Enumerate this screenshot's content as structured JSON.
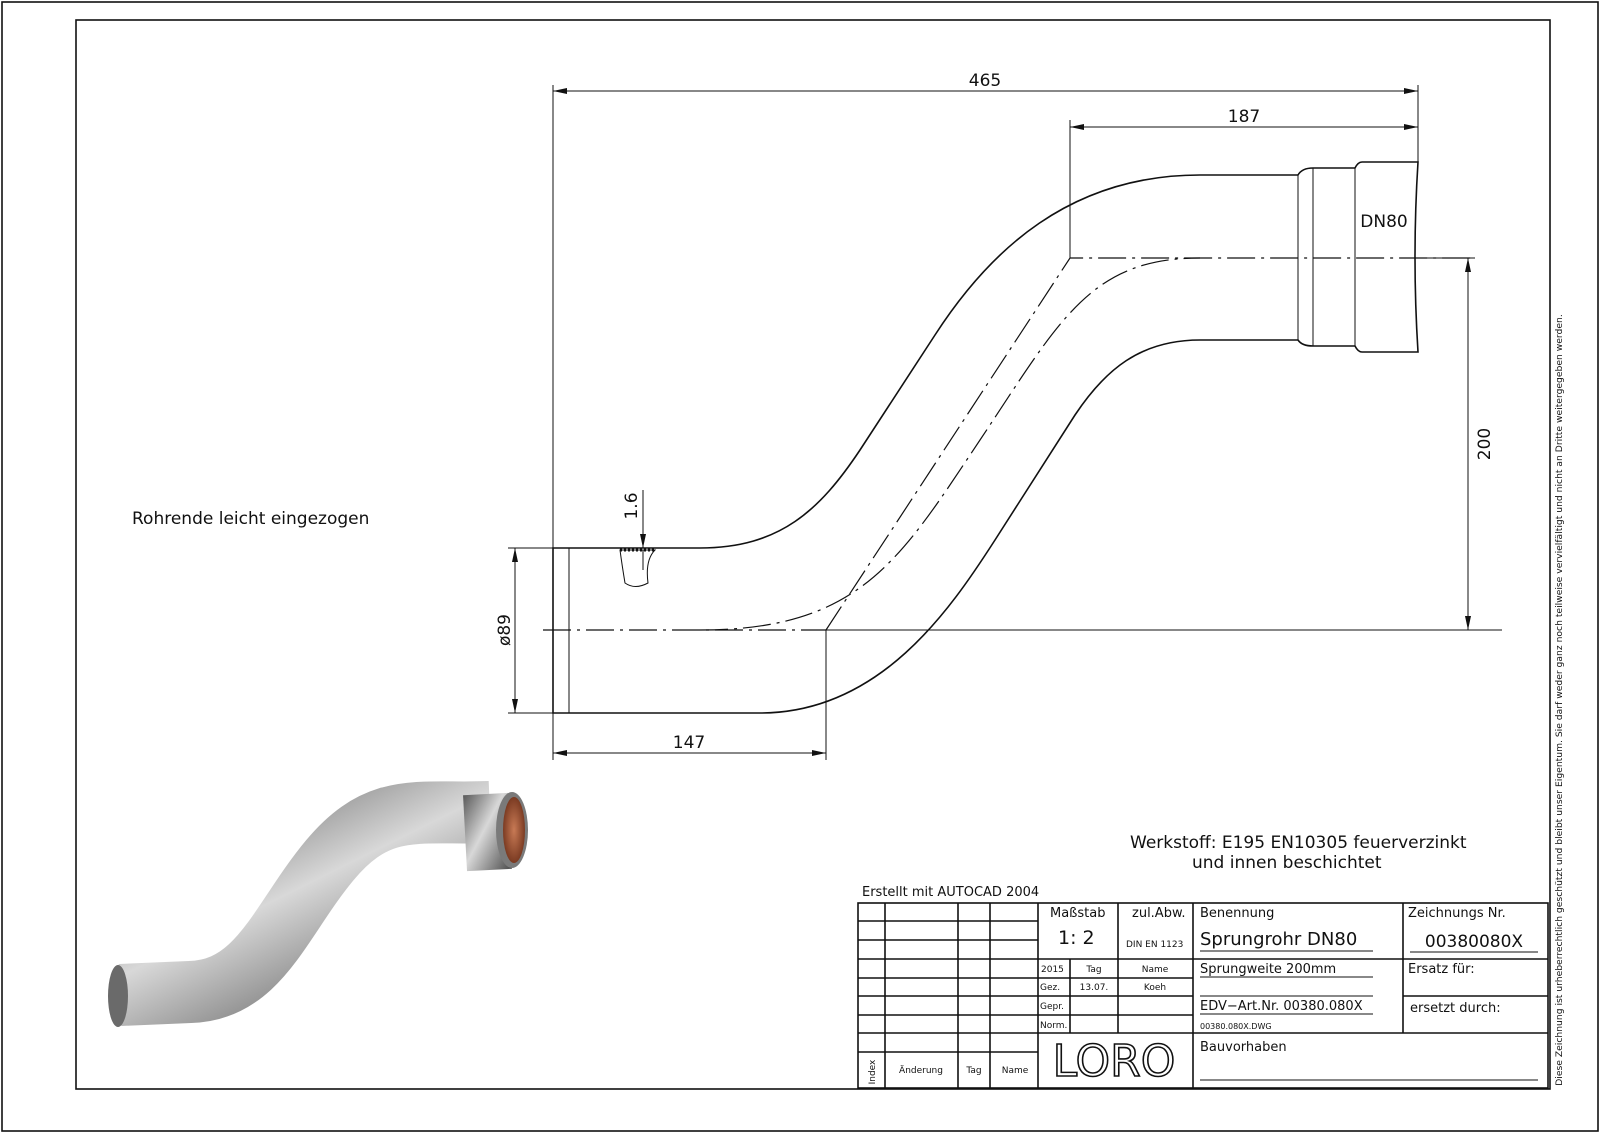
{
  "note_left": "Rohrende leicht eingezogen",
  "dimensions": {
    "overall_length": "465",
    "socket_length": "187",
    "offset": "200",
    "spigot_length": "147",
    "diameter": "ø89",
    "wall": "1.6",
    "socket_label": "DN80"
  },
  "material": {
    "line1": "Werkstoff:  E195  EN10305  feuerverzinkt",
    "line2": "und  innen  beschichtet"
  },
  "created_with": "Erstellt  mit  AUTOCAD  2004",
  "title_block": {
    "scale_label": "Maßstab",
    "scale_value": "1: 2",
    "tolerance_label": "zul.Abw.",
    "tolerance_value": "DIN  EN  1123",
    "year": "2015",
    "day_label": "Tag",
    "name_label": "Name",
    "drawn_label": "Gez.",
    "drawn_date": "13.07.",
    "drawn_name": "Koeh",
    "checked_label": "Gepr.",
    "norm_label": "Norm.",
    "title_label": "Benennung",
    "title_value": "Sprungrohr  DN80",
    "subtitle": "Sprungweite  200mm",
    "article": "EDV−Art.Nr.  00380.080X",
    "file": "00380.080X.DWG",
    "drawing_no_label": "Zeichnungs  Nr.",
    "drawing_no": "00380080X",
    "replaces_label": "Ersatz  für:",
    "replaced_by_label": "ersetzt  durch:",
    "project_label": "Bauvorhaben",
    "logo": "LORO",
    "rev_index": "Index",
    "rev_change": "Änderung",
    "rev_day": "Tag",
    "rev_name": "Name"
  },
  "copyright": "Diese  Zeichnung  ist  urheberrechtlich  geschützt  und  bleibt  unser  Eigentum.  Sie  darf  weder  ganz  noch  teilweise  vervielfältigt  und  nicht  an  Dritte  weitergegeben  werden."
}
